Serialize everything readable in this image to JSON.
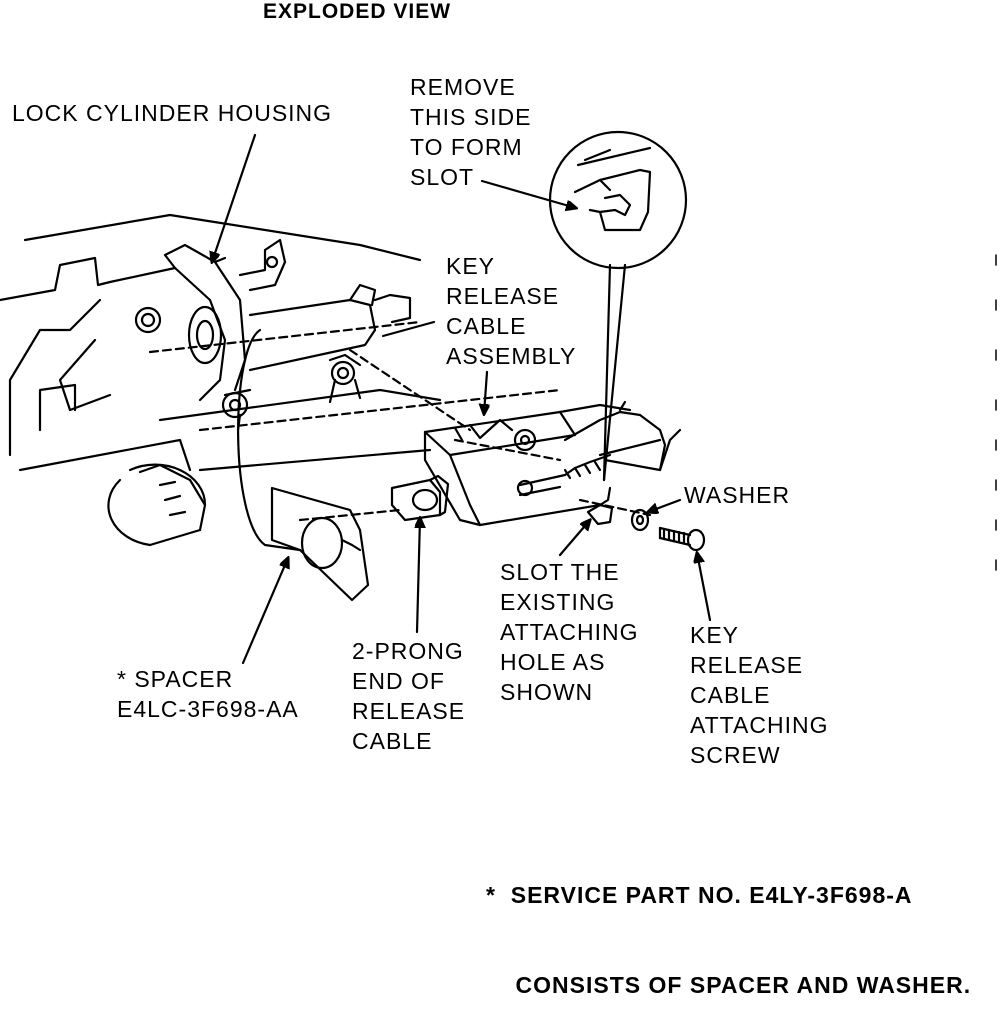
{
  "title": "EXPLODED VIEW",
  "labels": {
    "lock_cylinder_housing": "LOCK CYLINDER HOUSING",
    "remove_side": [
      "REMOVE",
      "THIS SIDE",
      "TO FORM",
      "SLOT"
    ],
    "key_release_cable_assembly": [
      "KEY",
      "RELEASE",
      "CABLE",
      "ASSEMBLY"
    ],
    "washer": "WASHER",
    "slot_existing_hole": [
      "SLOT THE",
      "EXISTING",
      "ATTACHING",
      "HOLE AS",
      "SHOWN"
    ],
    "key_release_cable_attaching_screw": [
      "KEY",
      "RELEASE",
      "CABLE",
      "ATTACHING",
      "SCREW"
    ],
    "spacer": [
      "* SPACER",
      "E4LC-3F698-AA"
    ],
    "two_prong_end": [
      "2-PRONG",
      "END OF",
      "RELEASE",
      "CABLE"
    ]
  },
  "footnote": [
    "*  SERVICE PART NO. E4LY-3F698-A",
    "    CONSISTS OF SPACER AND WASHER."
  ]
}
